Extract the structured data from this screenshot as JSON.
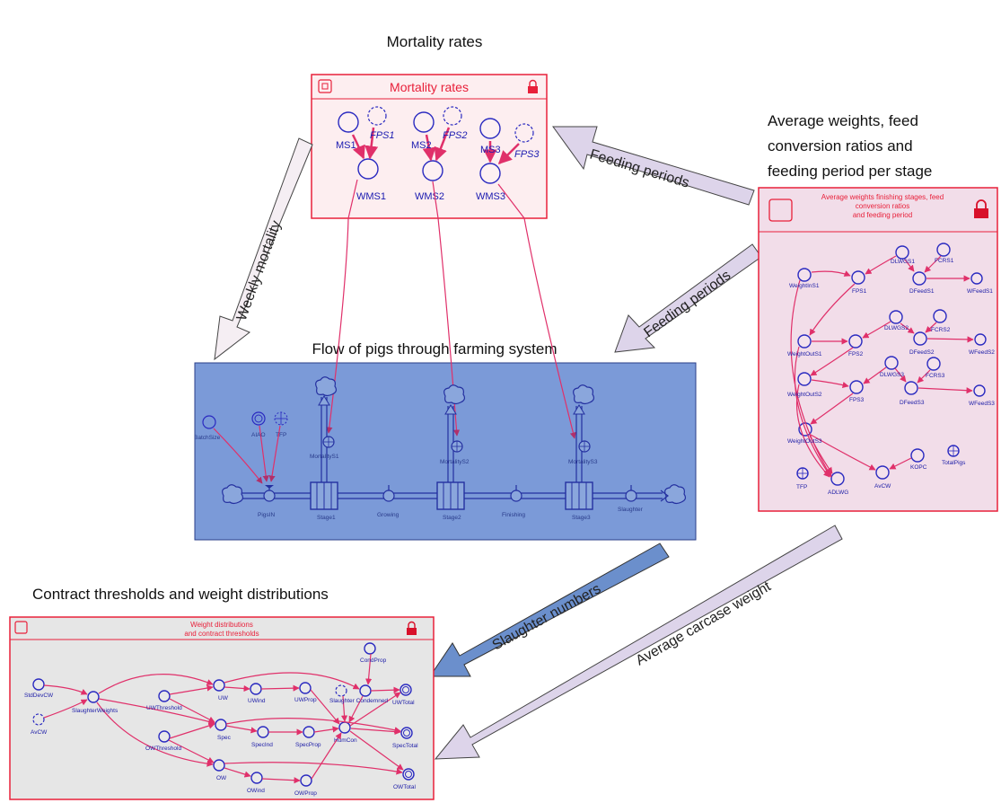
{
  "headings": {
    "mortality": "Mortality rates",
    "average_weights_line1": "Average weights, feed",
    "average_weights_line2": "conversion ratios and",
    "average_weights_line3": "feeding period per stage",
    "flow": "Flow of pigs through farming system",
    "contract": "Contract thresholds and weight distributions"
  },
  "arrows": {
    "feeding_periods_top": "Feeding periods",
    "weekly_mortality": "Weekly mortality",
    "feeding_periods_mid": "Feeding periods",
    "slaughter_numbers": "Slaughter numbers",
    "average_carcase_weight": "Average carcase weight"
  },
  "mortality_module": {
    "title": "Mortality rates",
    "vars": [
      "MS1",
      "FPS1",
      "WMS1",
      "MS2",
      "FPS2",
      "WMS2",
      "MS3",
      "FPS3",
      "WMS3"
    ]
  },
  "weights_module": {
    "title_line1": "Average weights finishing stages, feed",
    "title_line2": "conversion ratios",
    "title_line3": "and feeding period",
    "vars": [
      "WeightInS1",
      "DLWGS1",
      "FCRS1",
      "FPS1",
      "DFeedS1",
      "WFeedS1",
      "DLWGS2",
      "FCRS2",
      "WeightOutS1",
      "FPS2",
      "DFeedS2",
      "WFeedS2",
      "DLWGS3",
      "FCRS3",
      "WeightOutS2",
      "FPS3",
      "DFeedS3",
      "WFeedS3",
      "WeightOutS3",
      "KOPC",
      "TotalPigs",
      "TFP",
      "ADLWG",
      "AvCW"
    ]
  },
  "flow_module": {
    "vars": [
      "BatchSize",
      "AIAO",
      "TFP",
      "MortalityS1",
      "MortalityS2",
      "MortalityS3",
      "PigsIN",
      "Stage1",
      "Growing",
      "Stage2",
      "Finishing",
      "Stage3",
      "Slaughter"
    ]
  },
  "contract_module": {
    "title_line1": "Weight distributions",
    "title_line2": "and contract thresholds",
    "vars": [
      "CondProp",
      "StdDevCW",
      "SlaughterWeights",
      "AvCW",
      "UWThreshold",
      "UW",
      "UWind",
      "UWProp",
      "Slaughter Condemned",
      "UWTotal",
      "Spec",
      "SpecInd",
      "SpecProp",
      "HumCon",
      "SpecTotal",
      "OWThreshold",
      "OW",
      "OWind",
      "OWProp",
      "OWTotal"
    ]
  },
  "colors": {
    "module_border": "#e8203a",
    "flow_background": "#7b9ad8",
    "arrow_fill": "#ddd4ea",
    "arrow_fill_blue": "#6b8fcc",
    "variable": "#2a2ac0",
    "link": "#e0306a"
  },
  "icons": [
    "lock-icon",
    "module-icon",
    "cloud-icon",
    "valve-icon",
    "conveyor-icon"
  ]
}
